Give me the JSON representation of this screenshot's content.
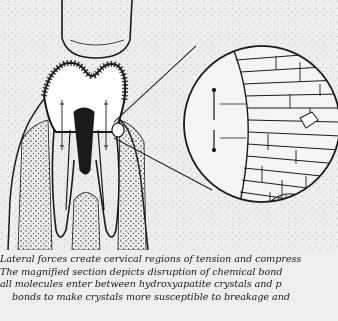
{
  "caption": {
    "line1": "Lateral forces create cervical regions of tension and compress",
    "line2": "The magnified section depicts disruption of chemical bond",
    "line3": "all molecules enter between hydroxyapatite crystals and p",
    "line4": "bonds to make crystals more susceptible to breakage and"
  },
  "colors": {
    "ink": "#1a1a1a",
    "paper": "#eeeeec",
    "speckle": "#9a9a9a"
  }
}
